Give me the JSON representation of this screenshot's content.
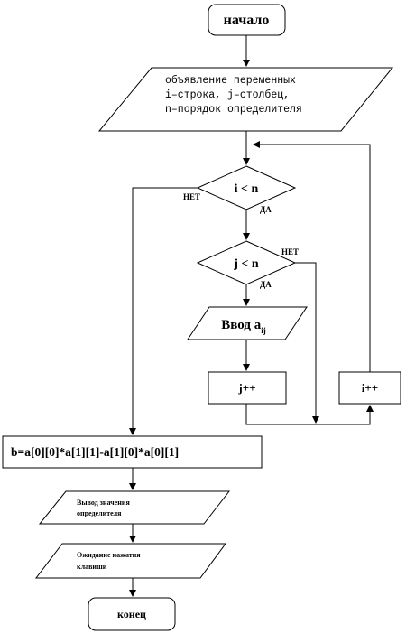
{
  "flowchart": {
    "start": "начало",
    "declare": {
      "line1": "объявление переменных",
      "line2": "i–строка, j–столбец,",
      "line3": "n–порядок определителя"
    },
    "cond_i": "i < n",
    "cond_i_no": "НЕТ",
    "cond_i_yes": "ДА",
    "cond_j": "j < n",
    "cond_j_no": "НЕТ",
    "cond_j_yes": "ДА",
    "input": "Ввод a",
    "input_sub": "ij",
    "j_inc": "j++",
    "i_inc": "i++",
    "calc": "b=a[0][0]*a[1][1]-a[1][0]*a[0][1]",
    "output": {
      "line1": "Вывод значения",
      "line2": "определителя"
    },
    "wait": {
      "line1": "Ожидание нажатия",
      "line2": "клавиши"
    },
    "end": "конец"
  }
}
